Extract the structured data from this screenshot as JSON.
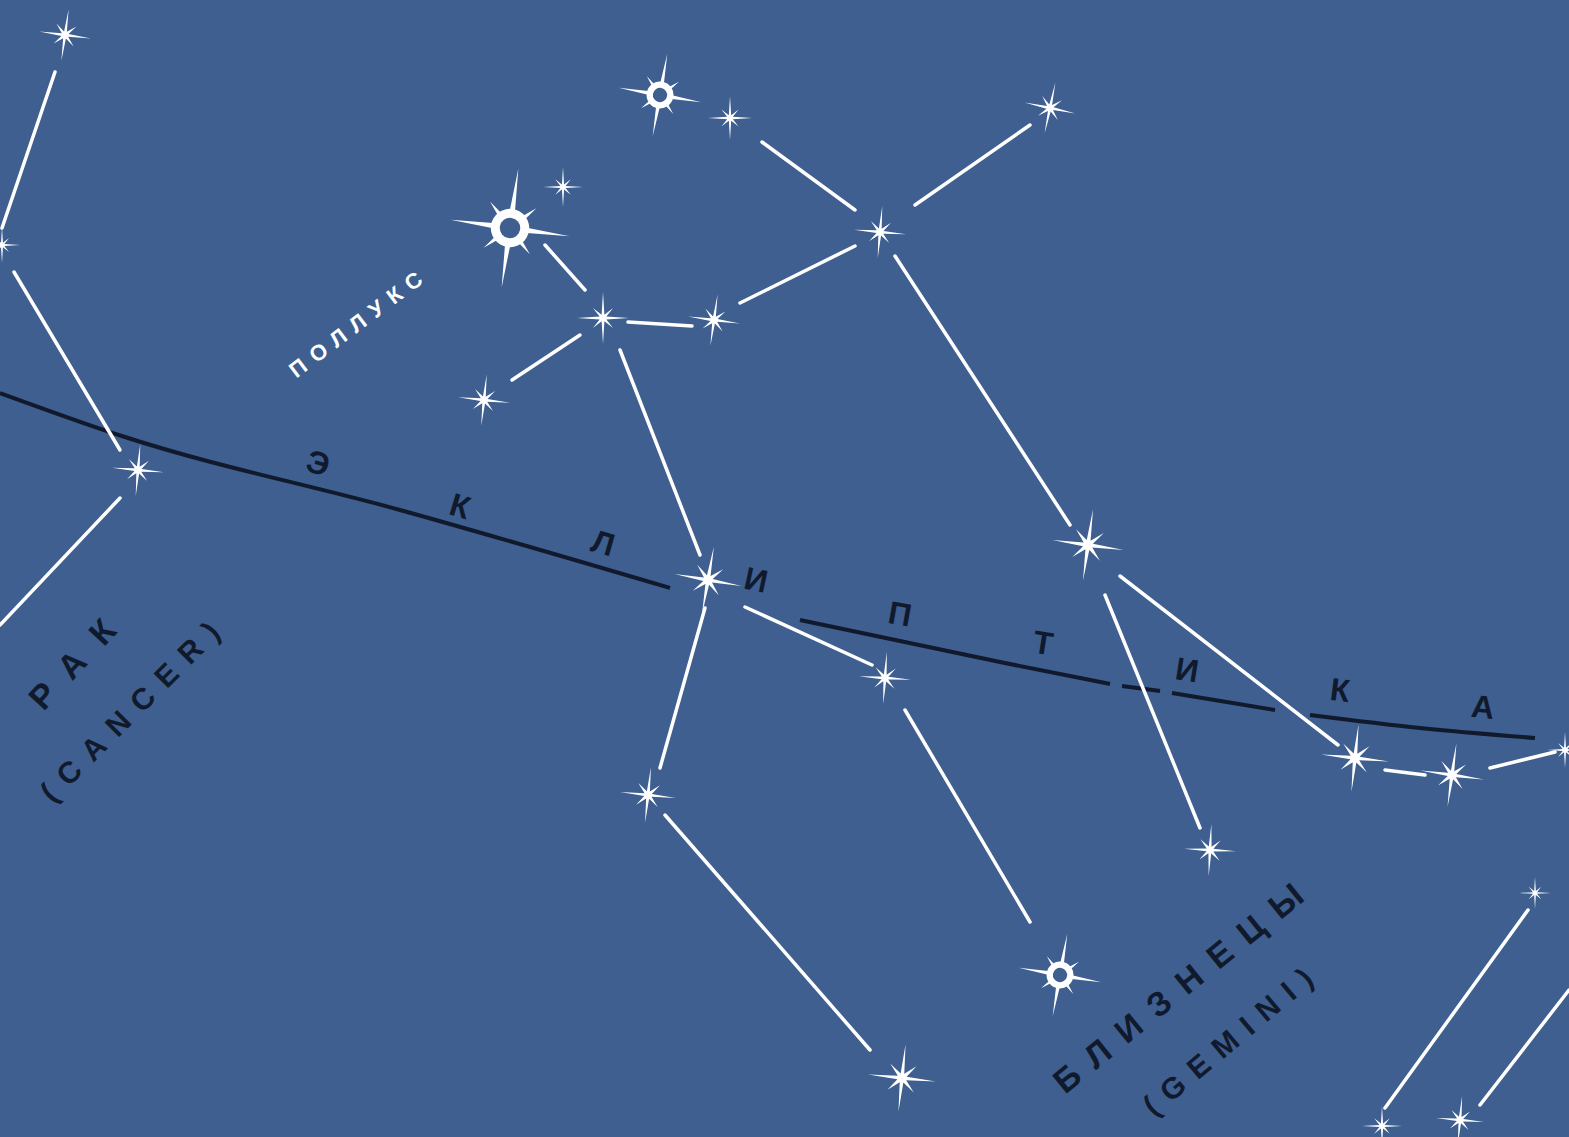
{
  "diagram": {
    "labels": [
      "ПОЛЛУКС",
      "ЭКЛИПТИКА",
      "РАК",
      "(CANCER)",
      "БЛИЗНЕЦЫ",
      "(GEMINI)"
    ]
  }
}
